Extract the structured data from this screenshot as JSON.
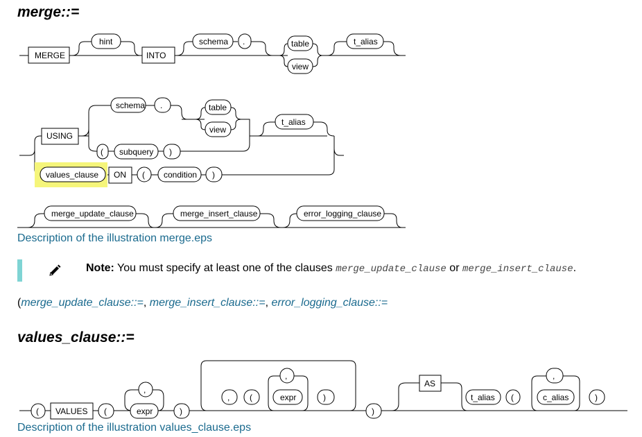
{
  "merge_heading": "merge::=",
  "merge_diagram": {
    "terms": {
      "MERGE": "MERGE",
      "hint": "hint",
      "INTO": "INTO",
      "schema": "schema",
      "dot": ".",
      "table": "table",
      "view": "view",
      "t_alias": "t_alias",
      "USING": "USING",
      "subquery": "subquery",
      "lparen": "(",
      "rparen": ")",
      "values_clause": "values_clause",
      "ON": "ON",
      "condition": "condition",
      "merge_update_clause": "merge_update_clause",
      "merge_insert_clause": "merge_insert_clause",
      "error_logging_clause": "error_logging_clause"
    },
    "highlight_color": "#f5f57a"
  },
  "merge_desc_link": "Description of the illustration merge.eps",
  "note": {
    "icon": "pencil-icon",
    "label": "Note:",
    "text_before": " You must specify at least one of the clauses ",
    "code1": "merge_update_clause",
    "text_mid": " or ",
    "code2": "merge_insert_clause",
    "text_end": "."
  },
  "refs": {
    "open": "(",
    "link1": "merge_update_clause::=",
    "sep1": ", ",
    "link2": "merge_insert_clause::=",
    "sep2": ", ",
    "link3": "error_logging_clause::="
  },
  "values_heading": "values_clause::=",
  "values_diagram": {
    "terms": {
      "lparen": "(",
      "rparen": ")",
      "comma": ",",
      "VALUES": "VALUES",
      "expr": "expr",
      "AS": "AS",
      "t_alias": "t_alias",
      "c_alias": "c_alias"
    }
  },
  "values_desc_link": "Description of the illustration values_clause.eps"
}
